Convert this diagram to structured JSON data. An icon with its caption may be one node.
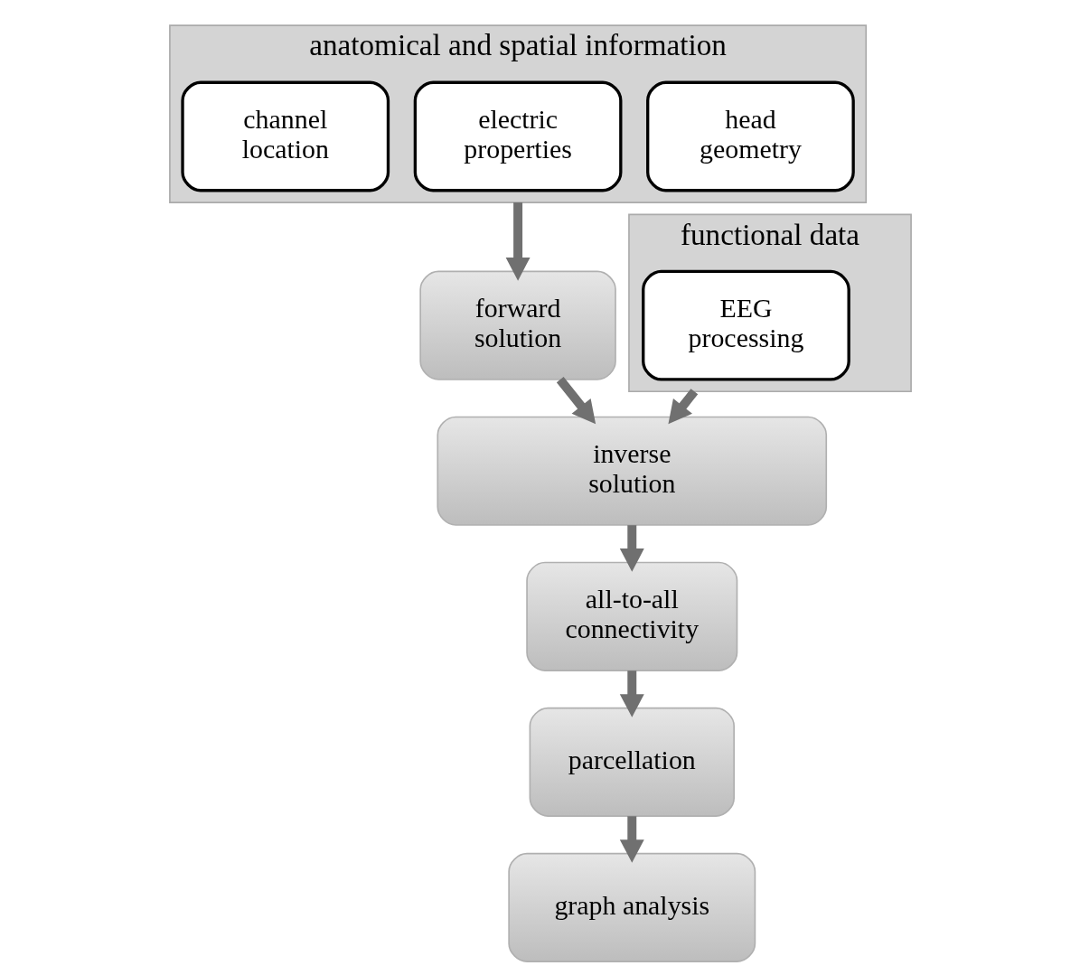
{
  "diagram": {
    "nodes": [
      {
        "text": [
          "anatomical and spatial information"
        ]
      },
      {
        "text": [
          "head geometry"
        ],
        "in": 0
      },
      {
        "text": [
          "electric properties"
        ],
        "in": 0
      },
      {
        "text": [
          "channel location"
        ],
        "in": 0
      },
      {
        "text": [
          "functional data"
        ]
      },
      {
        "text": [
          "EEG processing"
        ],
        "in": 4
      },
      {
        "text": [
          "forward solution"
        ]
      },
      {
        "text": [
          "inverse solution"
        ]
      },
      {
        "text": [
          "all-to-all connectivity"
        ]
      },
      {
        "text": [
          "parcellation"
        ]
      },
      {
        "text": [
          "graph analysis"
        ]
      }
    ],
    "edges": [
      {
        "from": 0,
        "to": 6,
        "arrow": "to"
      },
      {
        "from": 6,
        "to": 7,
        "arrow": "to"
      },
      {
        "from": 4,
        "to": 7,
        "arrow": "to"
      },
      {
        "from": 7,
        "to": 8,
        "arrow": "to"
      },
      {
        "from": 8,
        "to": 9,
        "arrow": "to"
      },
      {
        "from": 9,
        "to": 10,
        "arrow": "to"
      }
    ]
  }
}
